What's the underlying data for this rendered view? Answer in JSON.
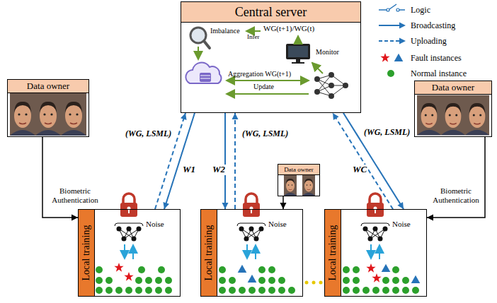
{
  "diagram": {
    "nodes": [
      {
        "text": [
          "Central server"
        ]
      },
      {
        "text": [
          "Data owner"
        ]
      },
      {
        "text": [
          "Local training",
          "Noise"
        ]
      },
      {
        "text": [
          "Data owner"
        ]
      },
      {
        "text": [
          "Local training",
          "Noise"
        ]
      },
      {
        "text": [
          "Data owner"
        ]
      },
      {
        "text": [
          "Local training",
          "Noise"
        ]
      }
    ],
    "edges": [
      {
        "from": 0,
        "to": 2,
        "arrow": "to",
        "label": "(WG, LSML)"
      },
      {
        "from": 2,
        "to": 0,
        "arrow": "to",
        "label": "W1"
      },
      {
        "from": 0,
        "to": 4,
        "arrow": "to",
        "label": "(WG, LSML)"
      },
      {
        "from": 4,
        "to": 0,
        "arrow": "to",
        "label": "W2"
      },
      {
        "from": 0,
        "to": 6,
        "arrow": "to",
        "label": "(WG, LSML)"
      },
      {
        "from": 6,
        "to": 0,
        "arrow": "to",
        "label": "WC"
      },
      {
        "from": 1,
        "to": 2,
        "arrow": "to",
        "label": "Biometric Authentication"
      },
      {
        "from": 3,
        "to": 4,
        "arrow": "to"
      },
      {
        "from": 5,
        "to": 6,
        "arrow": "to",
        "label": "Biometric Authentication"
      }
    ],
    "labels": [
      "Imbalance",
      "Infer",
      "WG(t+1)/WG(t)",
      "Monitor",
      "Aggregation WG(t+1)",
      "Update"
    ],
    "legend": [
      {
        "text": "Logic"
      },
      {
        "text": "Broadcasting"
      },
      {
        "text": "Uploading"
      },
      {
        "text": "Fault instances"
      },
      {
        "text": "Normal instance"
      }
    ]
  }
}
